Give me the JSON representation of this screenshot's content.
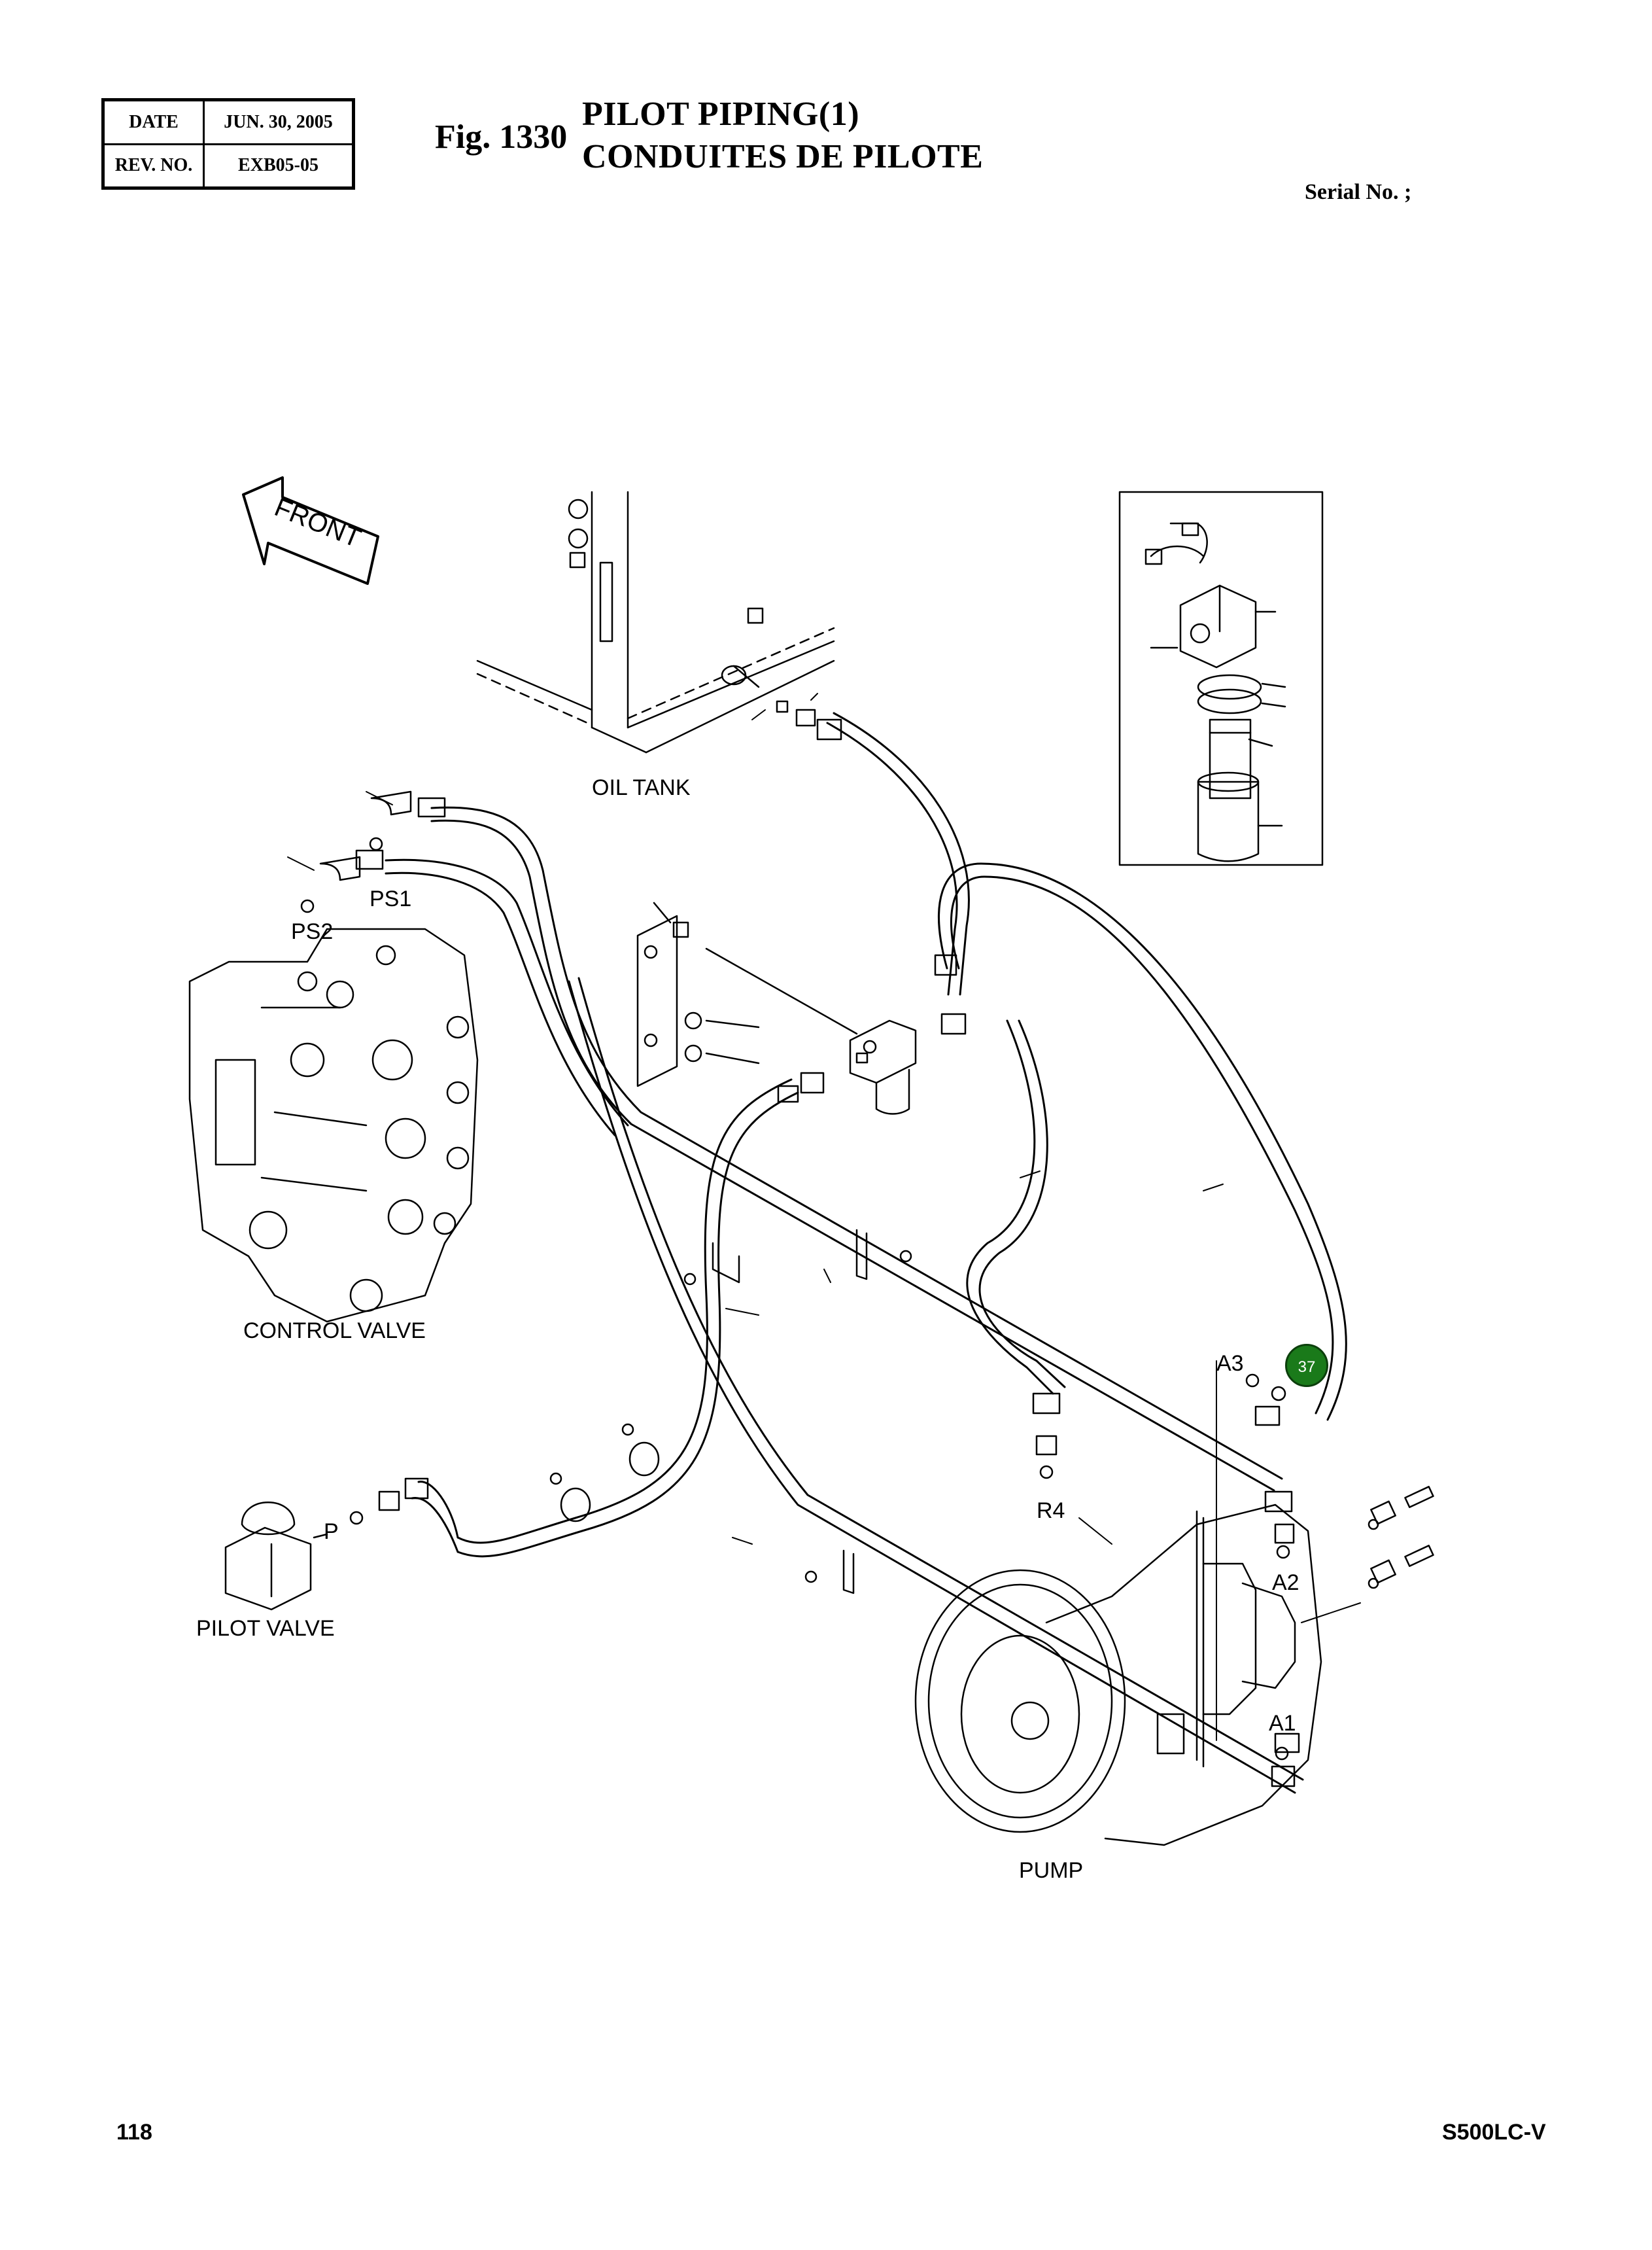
{
  "header": {
    "date_label": "DATE",
    "date_value": "JUN. 30, 2005",
    "rev_label": "REV. NO.",
    "rev_value": "EXB05-05",
    "fig_label": "Fig. 1330",
    "title_line1": "PILOT PIPING(1)",
    "title_line2": "CONDUITES DE PILOTE",
    "serial_label": "Serial No. ;"
  },
  "diagram": {
    "front_label": "FRONT",
    "labels": {
      "oil_tank": "OIL TANK",
      "control_valve": "CONTROL VALVE",
      "pilot_valve": "PILOT VALVE",
      "pump": "PUMP",
      "ps1": "PS1",
      "ps2": "PS2",
      "p": "P",
      "r4": "R4",
      "a1": "A1",
      "a2": "A2",
      "a3": "A3"
    },
    "callout": "37",
    "callout_color": "#1a7a1a"
  },
  "footer": {
    "page_number": "118",
    "model": "S500LC-V"
  }
}
